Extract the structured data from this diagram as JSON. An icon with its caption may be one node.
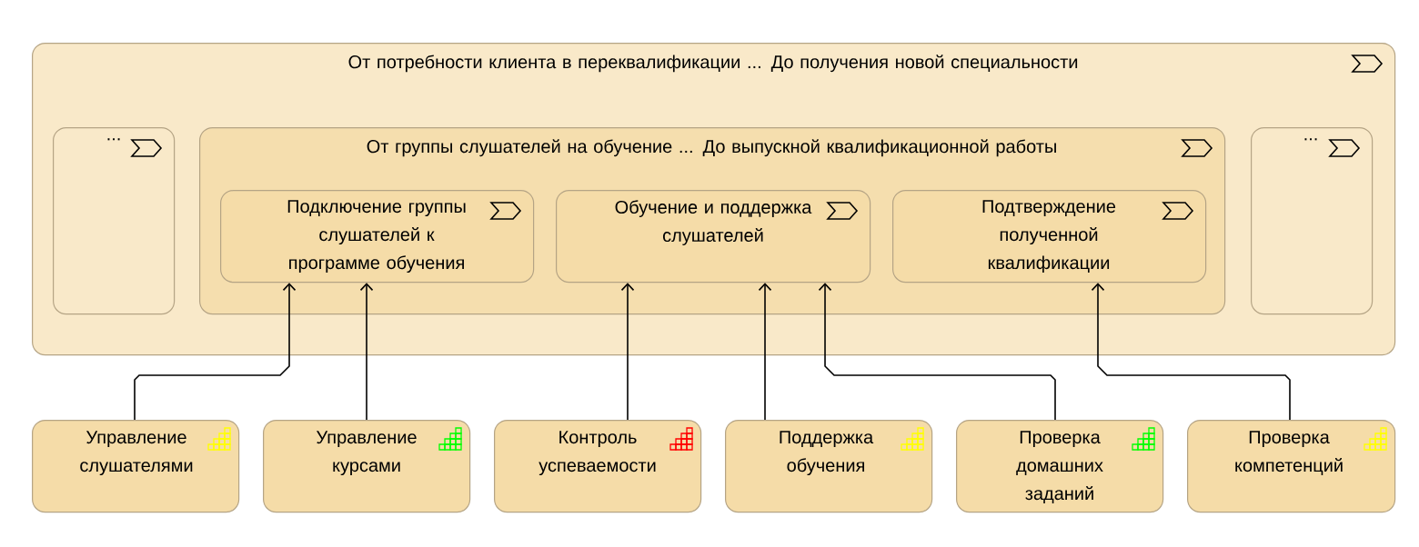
{
  "diagram": {
    "nodes": [
      {
        "text": [
          "От потребности клиента в переквалификации ... До получения новой специальности"
        ]
      },
      {
        "text": [
          "..."
        ],
        "in": 0
      },
      {
        "text": [
          "От группы слушателей на обучение ... До выпускной квалификационной работы"
        ],
        "in": 0
      },
      {
        "text": [
          "Подключение группы слушателей к программе обучения"
        ],
        "in": 2
      },
      {
        "text": [
          "Обучение и поддержка слушателей"
        ],
        "in": 2
      },
      {
        "text": [
          "Подтверждение полученной квалификации"
        ],
        "in": 2
      },
      {
        "text": [
          "..."
        ],
        "in": 0
      },
      {
        "text": [
          "Управление слушателями"
        ]
      },
      {
        "text": [
          "Управление курсами"
        ]
      },
      {
        "text": [
          "Контроль успеваемости"
        ]
      },
      {
        "text": [
          "Поддержка обучения"
        ]
      },
      {
        "text": [
          "Проверка домашних заданий"
        ]
      },
      {
        "text": [
          "Проверка компетенций"
        ]
      }
    ],
    "edges": [
      {
        "from": 7,
        "to": 3,
        "arrow": "to"
      },
      {
        "from": 8,
        "to": 3,
        "arrow": "to"
      },
      {
        "from": 9,
        "to": 4,
        "arrow": "to"
      },
      {
        "from": 10,
        "to": 4,
        "arrow": "to"
      },
      {
        "from": 11,
        "to": 4,
        "arrow": "to"
      },
      {
        "from": 12,
        "to": 5,
        "arrow": "to"
      }
    ]
  }
}
